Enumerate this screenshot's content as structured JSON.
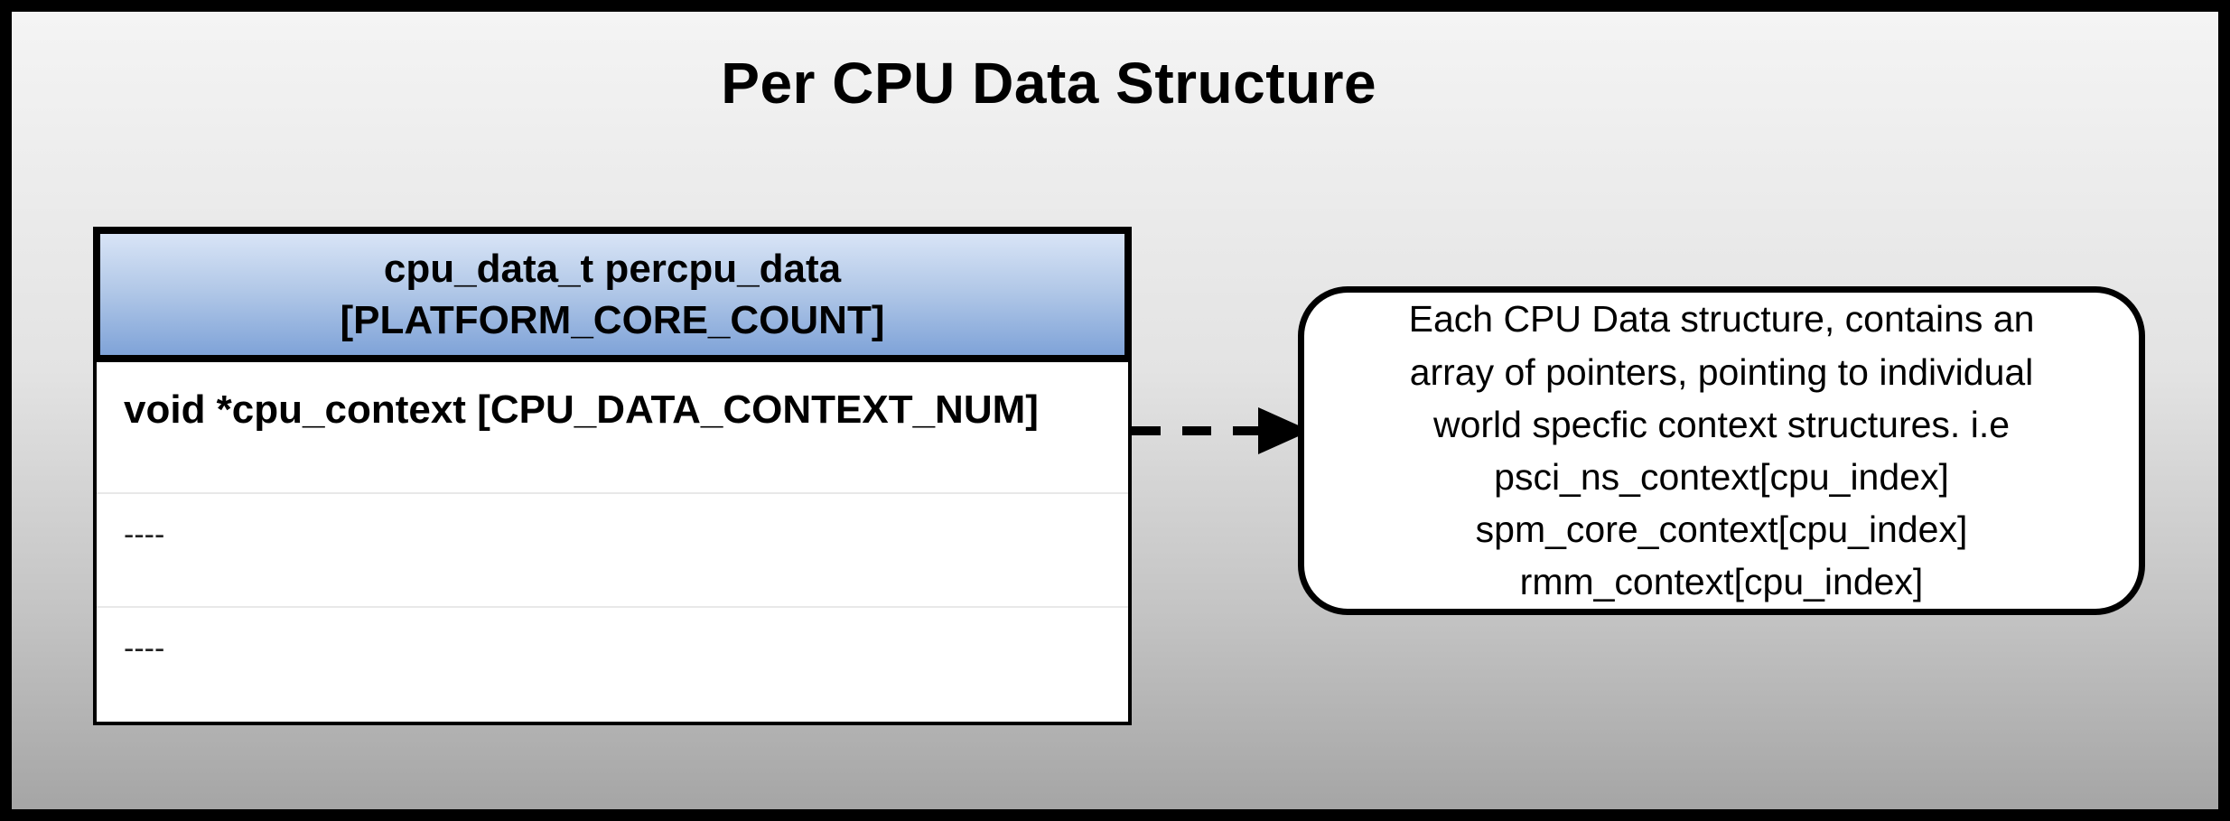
{
  "title": "Per CPU Data Structure",
  "table": {
    "header_line1": "cpu_data_t percpu_data",
    "header_line2": "[PLATFORM_CORE_COUNT]",
    "rows": [
      {
        "text": "void *cpu_context [CPU_DATA_CONTEXT_NUM]"
      },
      {
        "text": "----"
      },
      {
        "text": "----"
      }
    ]
  },
  "callout": {
    "lines": [
      "Each CPU Data structure, contains an",
      "array of pointers, pointing to individual",
      "world specfic context structures. i.e",
      "psci_ns_context[cpu_index]",
      "spm_core_context[cpu_index]",
      "rmm_context[cpu_index]"
    ]
  },
  "colors": {
    "background_top": "#f4f4f4",
    "background_bottom": "#a5a5a5",
    "table_header_gradient_top": "#d8e4f6",
    "table_header_gradient_bottom": "#7fa3d8",
    "border": "#000000",
    "row_fill": "#ffffff"
  }
}
